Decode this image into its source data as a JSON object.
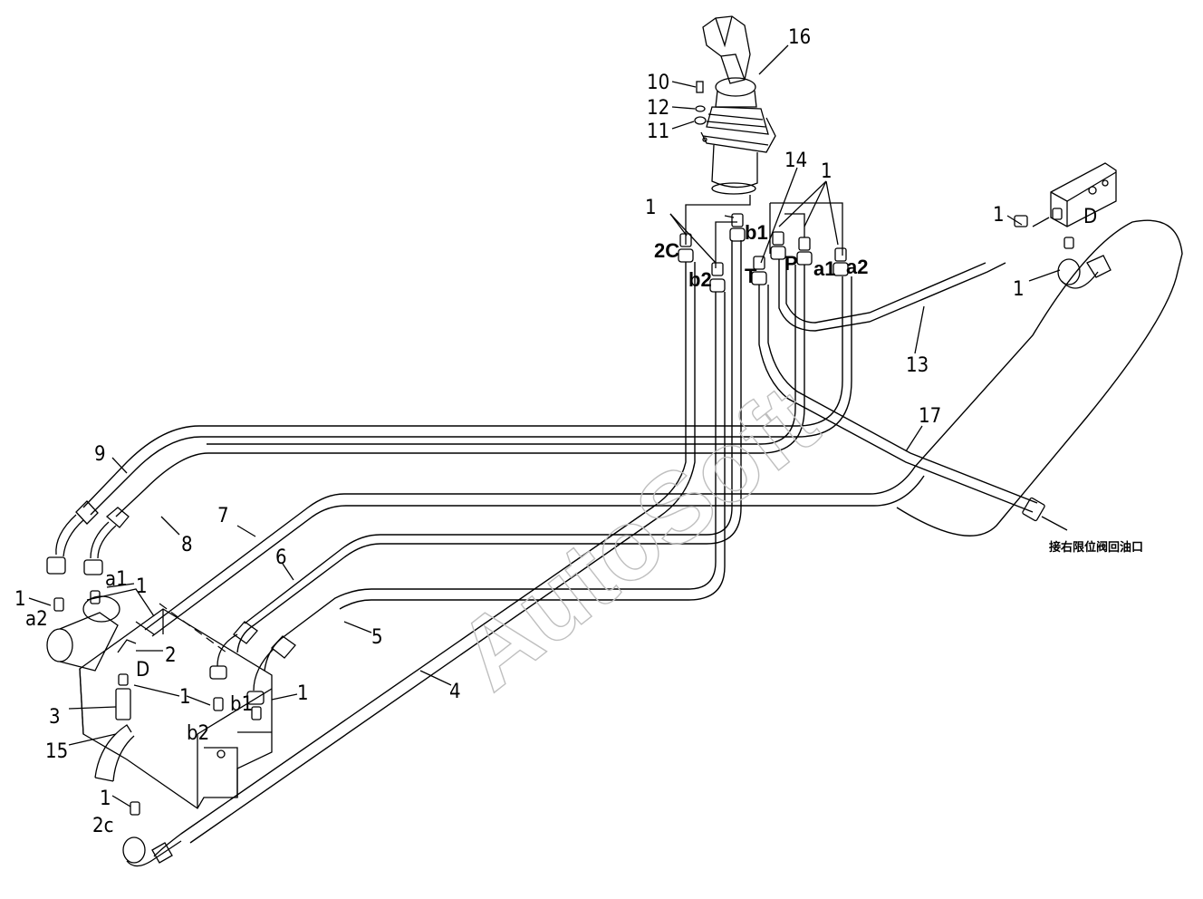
{
  "watermark": "AutoSoft",
  "note_text": "接右限位阀回油口",
  "part_numbers": {
    "p1": "1",
    "p2": "2",
    "p3": "3",
    "p4": "4",
    "p5": "5",
    "p6": "6",
    "p7": "7",
    "p8": "8",
    "p9": "9",
    "p10": "10",
    "p11": "11",
    "p12": "12",
    "p13": "13",
    "p14": "14",
    "p15": "15",
    "p16": "16",
    "p17": "17"
  },
  "ports": {
    "2C": "2C",
    "b1": "b1",
    "b2": "b2",
    "T": "T",
    "P": "P",
    "a1": "a1",
    "a2": "a2",
    "D": "D",
    "2c": "2c"
  }
}
